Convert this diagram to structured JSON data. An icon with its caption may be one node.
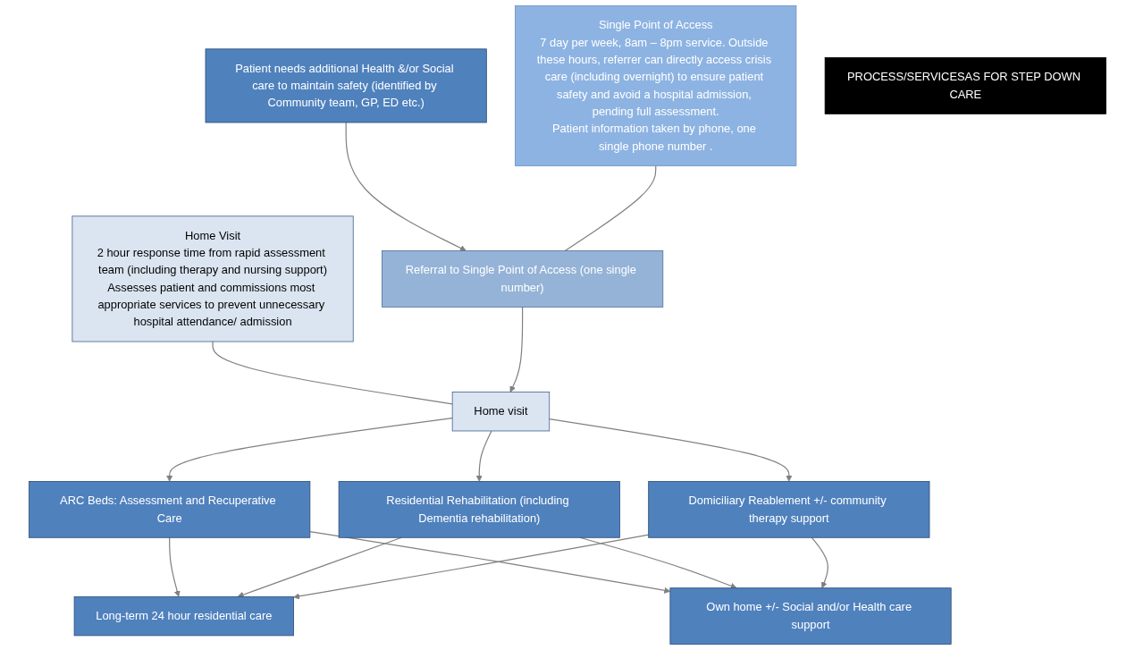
{
  "diagram": {
    "nodes": [
      {
        "text": [
          "Patient needs additional Health &/or Social care to maintain safety (identified by Community team, GP, ED etc.)"
        ]
      },
      {
        "text": [
          "Referral to Single Point of Access (one single number)"
        ]
      },
      {
        "text": [
          "Single Point of Access",
          "7 day per week, 8am – 8pm service. Outside these hours, referrer can directly access crisis care (including overnight) to ensure patient safety and avoid a hospital admission, pending full assessment.",
          "Patient information taken by phone, one single phone number ."
        ]
      },
      {
        "text": [
          "Home Visit",
          "2 hour response time from rapid assessment team (including therapy and nursing support)",
          "Assesses patient and commissions most appropriate services to prevent unnecessary hospital attendance/ admission"
        ]
      },
      {
        "text": [
          "Home visit"
        ]
      },
      {
        "text": [
          "PROCESS/SERVICESAS FOR STEP DOWN CARE"
        ]
      },
      {
        "text": [
          "ARC Beds: Assessment and Recuperative Care"
        ]
      },
      {
        "text": [
          "Residential Rehabilitation (including Dementia rehabilitation)"
        ]
      },
      {
        "text": [
          "Domiciliary Reablement +/- community therapy support"
        ]
      },
      {
        "text": [
          "Long-term 24 hour residential care"
        ]
      },
      {
        "text": [
          "Own home +/- Social and/or Health care support"
        ]
      }
    ],
    "edges": [
      {
        "from": 0,
        "to": 1,
        "arrow": "to"
      },
      {
        "from": 2,
        "to": 1,
        "arrow": "none"
      },
      {
        "from": 3,
        "to": 4,
        "arrow": "none"
      },
      {
        "from": 1,
        "to": 4,
        "arrow": "to"
      },
      {
        "from": 4,
        "to": 6,
        "arrow": "to"
      },
      {
        "from": 4,
        "to": 7,
        "arrow": "to"
      },
      {
        "from": 4,
        "to": 8,
        "arrow": "to"
      },
      {
        "from": 6,
        "to": 9,
        "arrow": "to"
      },
      {
        "from": 6,
        "to": 10,
        "arrow": "to"
      },
      {
        "from": 7,
        "to": 9,
        "arrow": "to"
      },
      {
        "from": 7,
        "to": 10,
        "arrow": "to"
      },
      {
        "from": 8,
        "to": 9,
        "arrow": "to"
      },
      {
        "from": 8,
        "to": 10,
        "arrow": "to"
      }
    ]
  }
}
